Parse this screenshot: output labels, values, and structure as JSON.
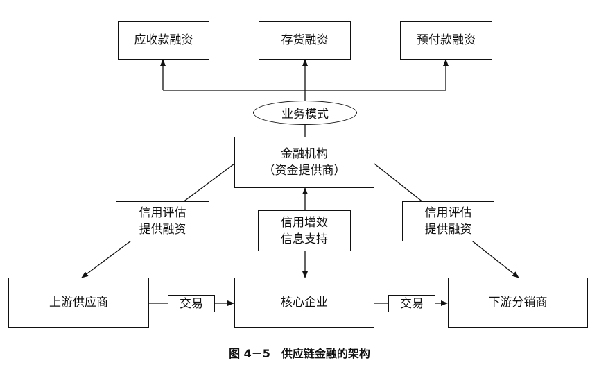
{
  "top_boxes": [
    "应收款融资",
    "存货融资",
    "预付款融资"
  ],
  "business_model": "业务模式",
  "financial_institution": {
    "line1": "金融机构",
    "line2": "（资金提供商）"
  },
  "credit_left": {
    "line1": "信用评估",
    "line2": "提供融资"
  },
  "credit_center": {
    "line1": "信用增效",
    "line2": "信息支持"
  },
  "credit_right": {
    "line1": "信用评估",
    "line2": "提供融资"
  },
  "bottom_boxes": [
    "上游供应商",
    "核心企业",
    "下游分销商"
  ],
  "trade_labels": [
    "交易",
    "交易"
  ],
  "caption": "图 4－5　供应链金融的架构"
}
